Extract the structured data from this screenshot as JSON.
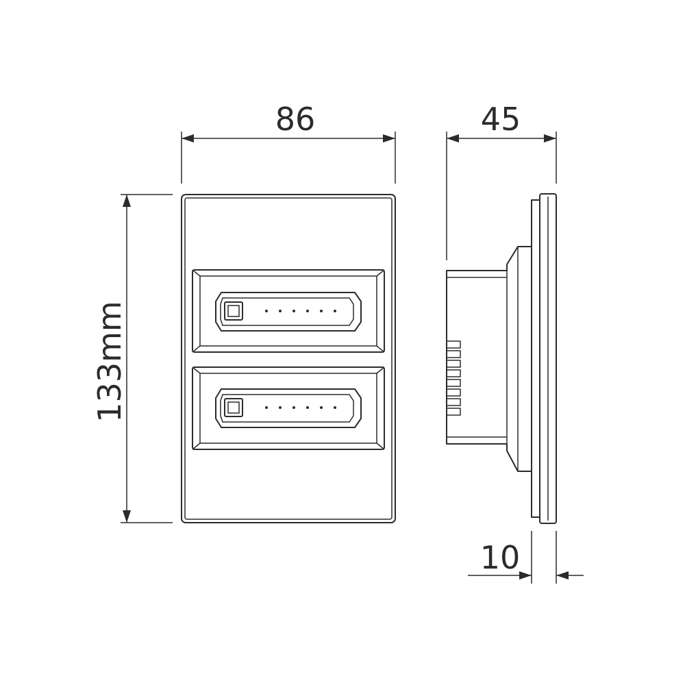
{
  "dimensions": {
    "width_label": "86",
    "depth_label": "45",
    "height_label": "133mm",
    "plate_thickness_label": "10"
  },
  "colors": {
    "ink": "#2b2b2b",
    "background": "#ffffff"
  },
  "modules": {
    "count": 2,
    "indicator_dots_per_module": 6
  }
}
